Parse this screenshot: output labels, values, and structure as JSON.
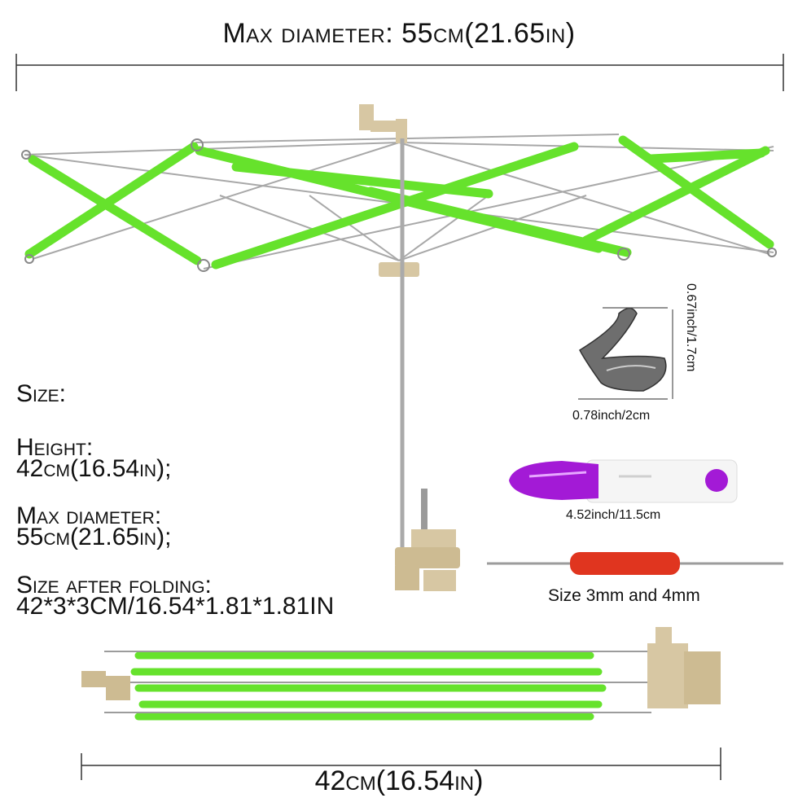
{
  "dimensions": {
    "top_label": "Max diameter: 55cm(21.65in)",
    "bottom_label": "42cm(16.54in)"
  },
  "specs": {
    "heading": "Size:",
    "height_label": "Height:",
    "height_value": "42cm(16.54in);",
    "diameter_label": "Max diameter:",
    "diameter_value": "55cm(21.65in);",
    "folded_label": "Size after folding:",
    "folded_value": "42*3*3CM/16.54*1.81*1.81IN"
  },
  "accessories": {
    "ring_height": "0.67inch/1.7cm",
    "ring_width": "0.78inch/2cm",
    "scissors_length": "4.52inch/11.5cm",
    "hook_size": "Size 3mm and 4mm"
  },
  "colors": {
    "green": "#66e22c",
    "tan": "#d7c7a3",
    "metal": "#b8b8b8",
    "purple": "#a31ad6",
    "red": "#e0351f"
  }
}
